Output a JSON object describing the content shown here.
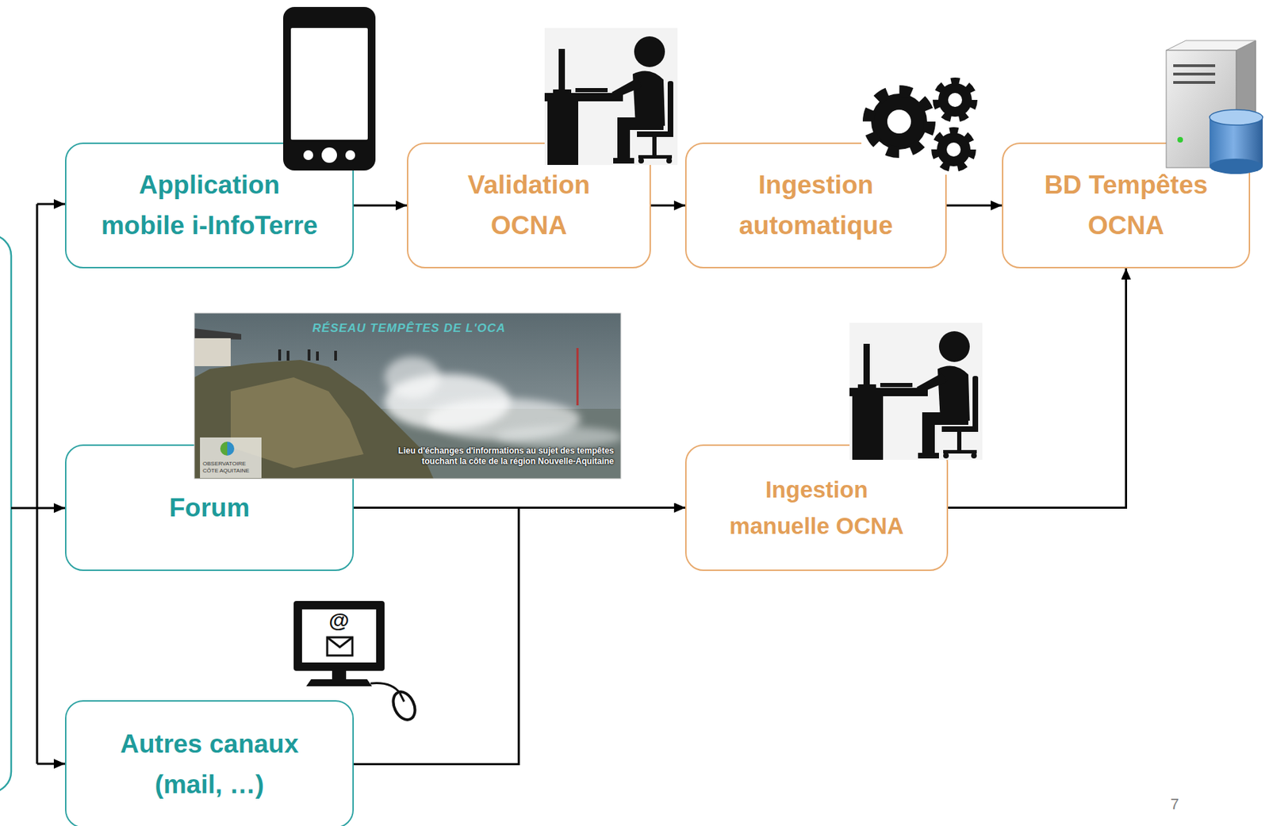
{
  "diagram": {
    "nodes": [
      {
        "text": [
          "Application mobile i-InfoTerre"
        ]
      },
      {
        "text": [
          "Validation OCNA"
        ]
      },
      {
        "text": [
          "Ingestion automatique"
        ]
      },
      {
        "text": [
          "BD Tempêtes OCNA"
        ]
      },
      {
        "text": [
          "Forum"
        ]
      },
      {
        "text": [
          "Ingestion manuelle OCNA"
        ]
      },
      {
        "text": [
          "Autres canaux (mail, …)"
        ]
      }
    ],
    "edges": [
      {
        "from": 0,
        "to": 1,
        "arrow": "to"
      },
      {
        "from": 1,
        "to": 2,
        "arrow": "to"
      },
      {
        "from": 2,
        "to": 3,
        "arrow": "to"
      },
      {
        "from": 4,
        "to": 5,
        "arrow": "to"
      },
      {
        "from": 6,
        "to": 5,
        "arrow": "to"
      },
      {
        "from": 5,
        "to": 3,
        "arrow": "to"
      }
    ],
    "labels": [
      "RÉSEAU TEMPÊTES DE L'OCA",
      "Lieu d'échanges d'informations au sujet des tempêtes touchant la côte de la région Nouvelle-Aquitaine",
      "OBSERVATOIRE CÔTE AQUITAINE",
      "@",
      "7"
    ]
  }
}
